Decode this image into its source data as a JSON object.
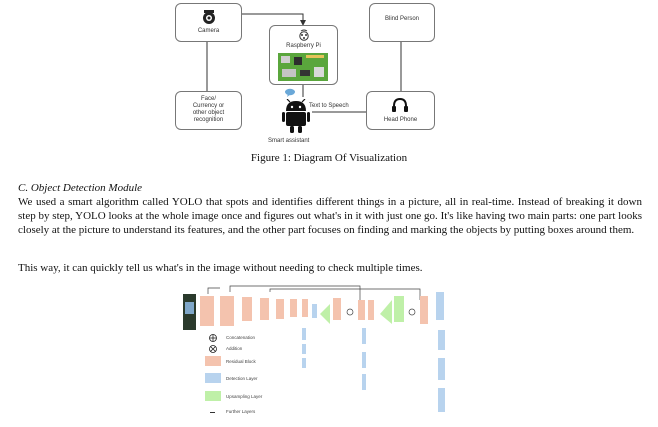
{
  "diagram": {
    "camera": "Camera",
    "raspberry": "Raspberry Pi",
    "blind_person": "Blind Person",
    "recognition": [
      "Face/",
      "Currency or",
      "other object",
      "recognition"
    ],
    "text_to_speech": "Text to Speech",
    "head_phone": "Head Phone",
    "smart_assistant": "Smart assistant"
  },
  "figure_caption": "Figure 1: Diagram Of Visualization",
  "section_heading": "C.   Object Detection Module",
  "paragraph_1": "We used a smart algorithm called YOLO that spots and identifies different things in a picture, all in real-time. Instead of breaking it down step by step, YOLO looks at the whole image once and figures out what's in it with just one go. It's like having two main parts: one part looks closely at the picture to understand its features, and the other part focuses on finding and marking the objects by putting boxes around them.",
  "paragraph_2": "This way, it can quickly tell us what's in the image without needing to check multiple times.",
  "yolo_legend": {
    "concatenation": "Concatenation",
    "addition": "Addition",
    "residual": "Residual Block",
    "detection": "Detection Layer",
    "upsampling": "Upsampling Layer",
    "further": "Further Layers"
  },
  "colors": {
    "residual": "#f4c3ae",
    "detection": "#b8d3ee",
    "upsampling": "#bff0a8",
    "pi_board": "#5aa63c"
  }
}
